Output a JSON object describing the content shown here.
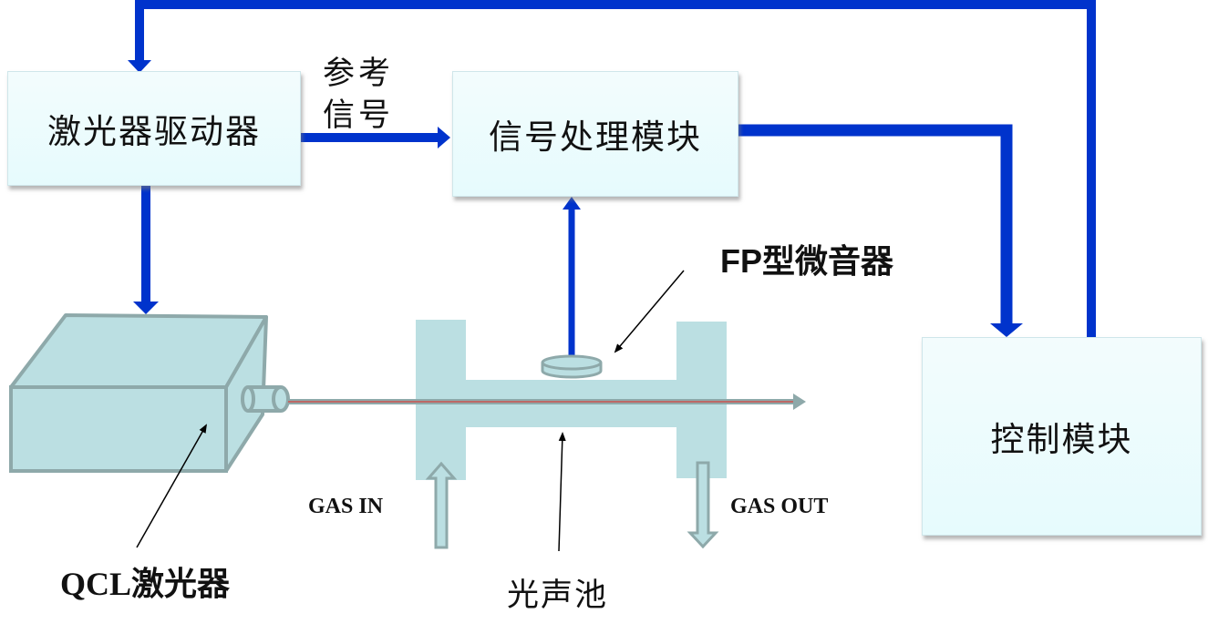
{
  "diagram": {
    "colors": {
      "signal_line": "#0033cc",
      "component_fill": "#bbdfe2",
      "component_stroke": "#8ea9aa",
      "laser_beam": "#d9413f",
      "box_fill": "#eefcfd"
    },
    "blocks": {
      "laser_driver": "激光器驱动器",
      "signal_processing": "信号处理模块",
      "control_module": "控制模块"
    },
    "edge_labels": {
      "reference_signal_line1": "参考",
      "reference_signal_line2": "信号"
    },
    "components": {
      "qcl_laser": "QCL激光器",
      "photoacoustic_cell": "光声池",
      "fp_microphone": "FP型微音器",
      "gas_in": "GAS IN",
      "gas_out": "GAS OUT"
    },
    "connections": [
      {
        "from": "laser_driver",
        "to": "signal_processing",
        "label": "参考信号"
      },
      {
        "from": "laser_driver",
        "to": "qcl_laser"
      },
      {
        "from": "fp_microphone",
        "to": "signal_processing"
      },
      {
        "from": "signal_processing",
        "to": "control_module"
      },
      {
        "from": "control_module",
        "to": "laser_driver"
      }
    ]
  }
}
